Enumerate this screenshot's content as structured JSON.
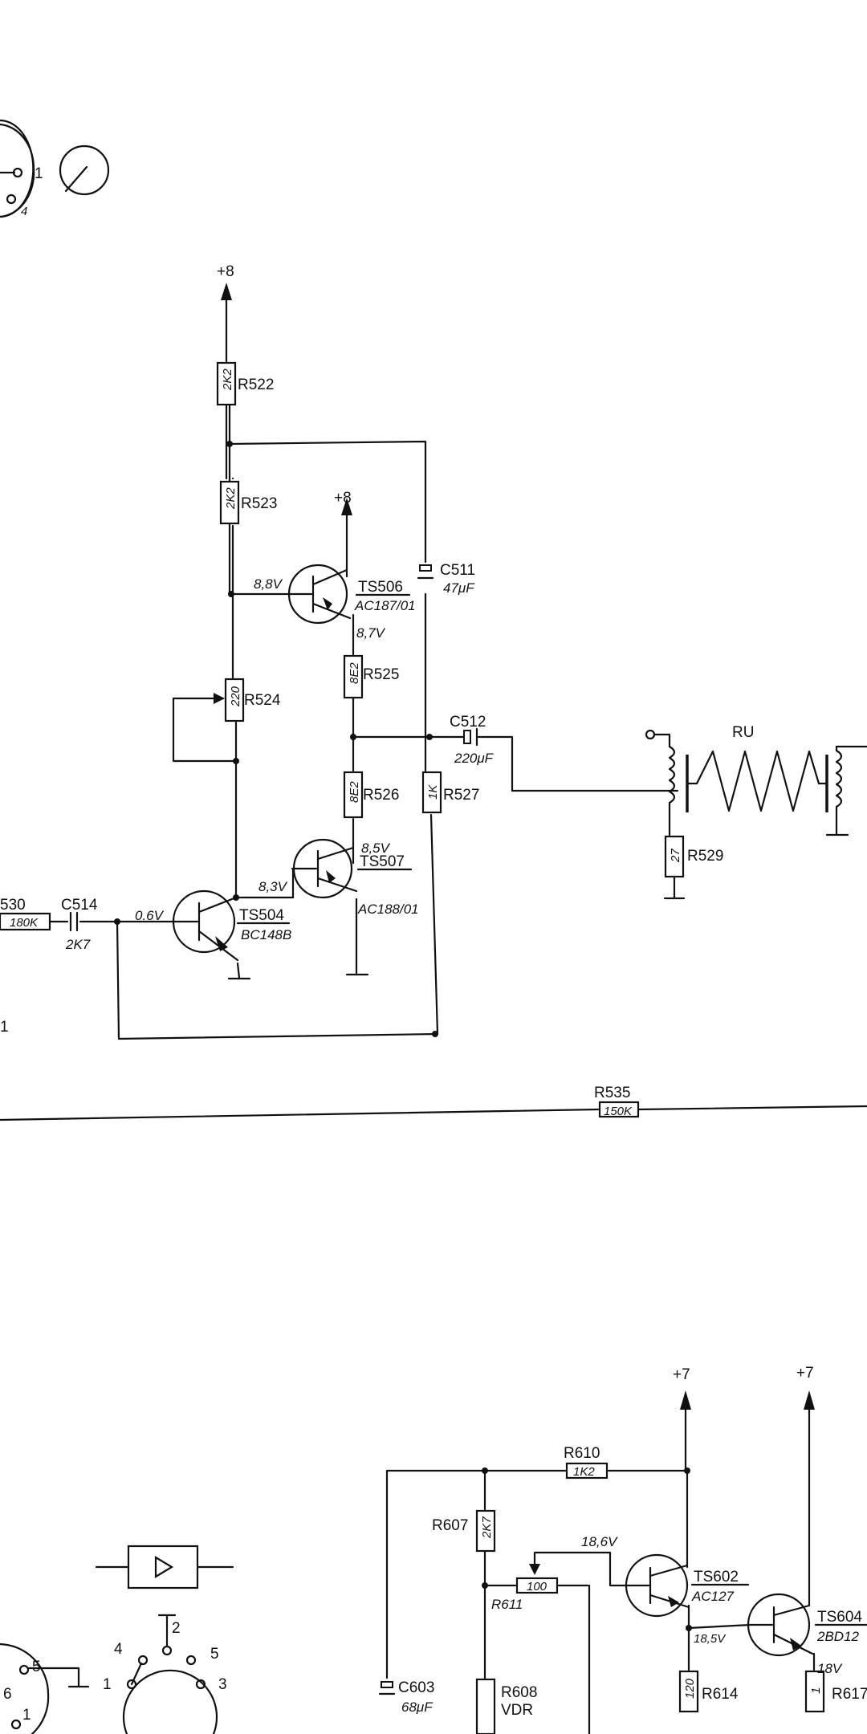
{
  "supply": {
    "top_a": "+8",
    "top_b": "+8",
    "bottom_a": "+7",
    "bottom_b": "+7"
  },
  "stage1": {
    "resistors": {
      "r522": {
        "name": "R522",
        "value": "2K2"
      },
      "r523": {
        "name": "R523",
        "value": "2K2"
      },
      "r524": {
        "name": "R524",
        "value": "220"
      },
      "r525": {
        "name": "R525",
        "value": "8E2"
      },
      "r526": {
        "name": "R526",
        "value": "8E2"
      },
      "r527": {
        "name": "R527",
        "value": "1K"
      },
      "r529": {
        "name": "R529",
        "value": "27"
      },
      "r530": {
        "name": "530",
        "value": "180K"
      }
    },
    "capacitors": {
      "c511": {
        "name": "C511",
        "value": "47μF"
      },
      "c512": {
        "name": "C512",
        "value": "220μF"
      },
      "c514": {
        "name": "C514",
        "value": "2K7"
      }
    },
    "transistors": {
      "ts506": {
        "name": "TS506",
        "type": "AC187/01"
      },
      "ts507": {
        "name": "TS507",
        "type": "AC188/01"
      },
      "ts504": {
        "name": "TS504",
        "type": "BC148B"
      }
    },
    "voltages": {
      "v1": "8,8V",
      "v2": "8,7V",
      "v3": "8,5V",
      "v4": "8,3V",
      "v5": "0.6V"
    },
    "coil_label": "RU",
    "left_digit": "1",
    "left_label": "530"
  },
  "feedback": {
    "name": "R535",
    "value": "150K"
  },
  "stage2": {
    "r610": {
      "name": "R610",
      "value": "1K2"
    },
    "r607": {
      "name": "R607",
      "value": "2K7"
    },
    "r611": {
      "name": "R611",
      "value": "100"
    },
    "r608": {
      "name": "R608",
      "sub": "VDR"
    },
    "r614": {
      "name": "R614",
      "value": "120"
    },
    "r617": {
      "name": "R617",
      "value": "1"
    },
    "c603": {
      "name": "C603",
      "value": "68μF"
    },
    "ts602": {
      "name": "TS602",
      "type": "AC127"
    },
    "ts604": {
      "name": "TS604",
      "type": "2BD12"
    },
    "voltages": {
      "v1": "18,6V",
      "v2": "18,5V",
      "v3": "18V"
    }
  },
  "connectors": {
    "top_pin1": "1",
    "top_pin4": "4",
    "bottom_pins": [
      "2",
      "4",
      "5",
      "1",
      "3"
    ],
    "bottom_left_pins": [
      "5",
      "6",
      "1"
    ]
  }
}
